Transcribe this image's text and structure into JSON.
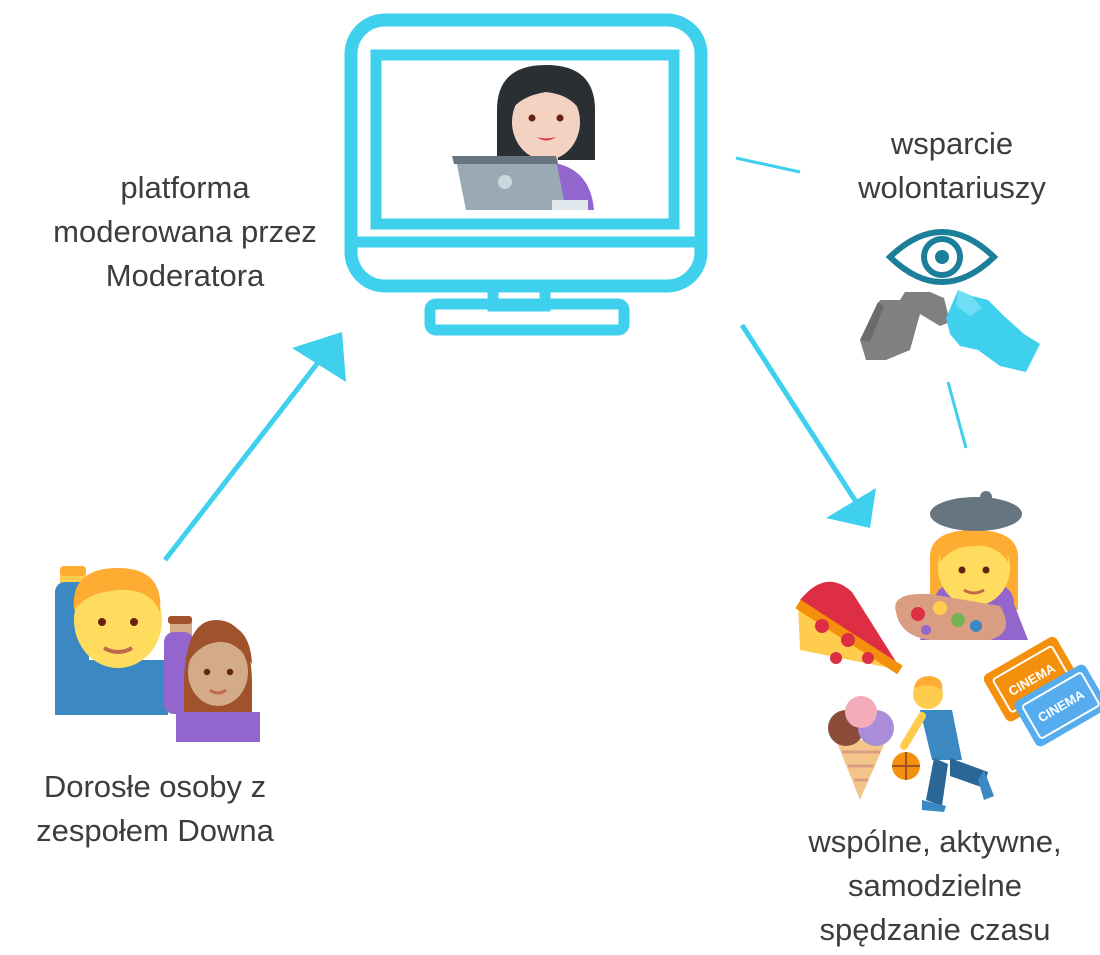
{
  "diagram": {
    "nodes": {
      "platform": {
        "lines": [
          "platforma",
          "moderowana przez",
          "Moderatora"
        ],
        "icon": "computer-monitor-with-moderator-icon"
      },
      "support": {
        "lines": [
          "wsparcie",
          "wolontariuszy"
        ],
        "icons": [
          "eye-icon",
          "helping-hands-icon"
        ]
      },
      "adults": {
        "lines": [
          "Dorosłe osoby z",
          "zespołem Downa"
        ],
        "icons": [
          "man-raising-hand-icon",
          "woman-raising-hand-icon"
        ]
      },
      "activities": {
        "lines": [
          "wspólne, aktywne,",
          "samodzielne",
          "spędzanie czasu"
        ],
        "icons": [
          "woman-artist-icon",
          "pizza-icon",
          "ice-cream-icon",
          "basketball-player-icon",
          "cinema-tickets-icon"
        ],
        "ticket_text": "CINEMA"
      }
    },
    "colors": {
      "accent": "#3fd0ee",
      "text": "#3d3d3d",
      "purple": "#9266cc",
      "blue": "#3b88c3",
      "skin": "#ffdc5d",
      "hair_orange": "#ffac33",
      "gray": "#808080"
    }
  }
}
